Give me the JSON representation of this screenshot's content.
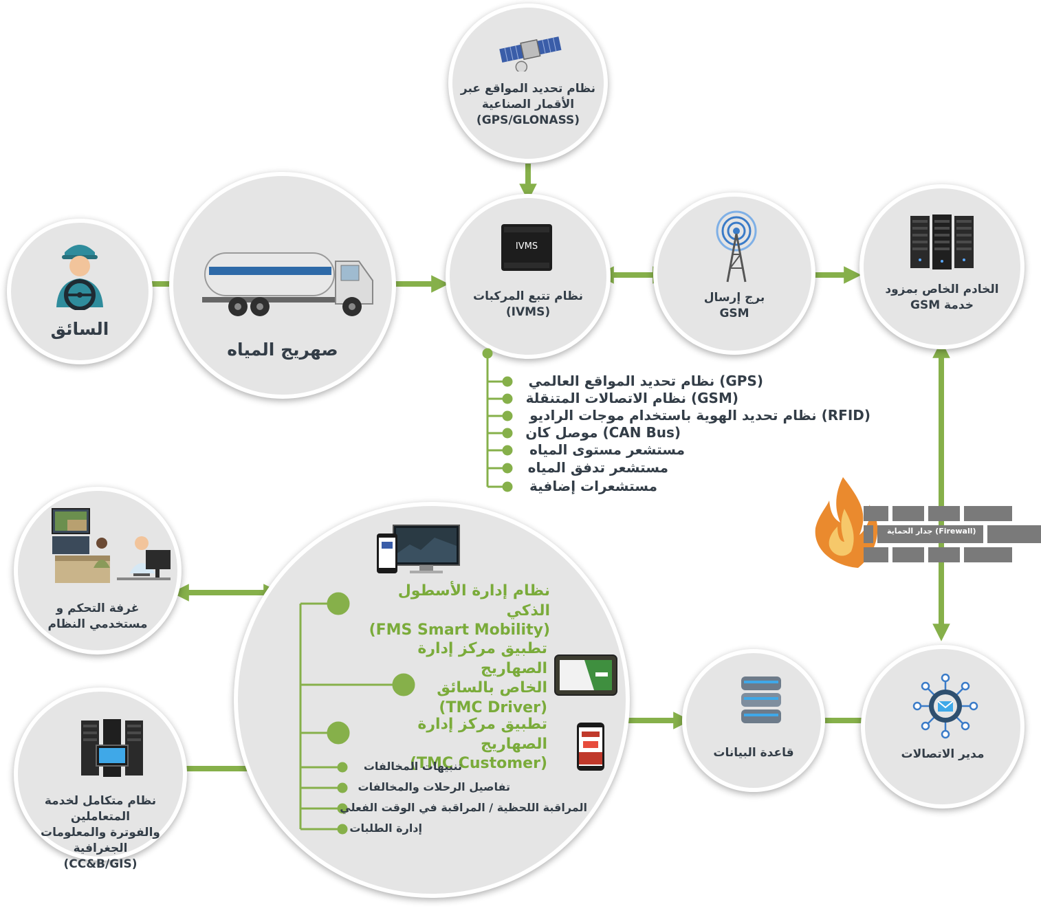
{
  "nodes": {
    "satellite": {
      "line1": "نظام تحديد المواقع عبر",
      "line2": "الأقمار الصناعية",
      "line3": "(GPS/GLONASS)"
    },
    "driver": {
      "label": "السائق"
    },
    "tanker": {
      "label": "صهريج المياه"
    },
    "ivms": {
      "line1": "نظام تتبع المركبات",
      "line2": "(IVMS)",
      "device_text": "IVMS"
    },
    "gsm_tower": {
      "line1": "برج إرسال",
      "line2": "GSM"
    },
    "gsm_server": {
      "line1": "الخادم الخاص بمزود",
      "line2": "خدمة GSM"
    },
    "control_room": {
      "line1": "غرفة التحكم و",
      "line2": "مستخدمي النظام"
    },
    "ccb": {
      "line1": "نظام متكامل لخدمة المتعاملين",
      "line2": "والفوترة والمعلومات الجغرافية",
      "line3": "(CC&B/GIS)"
    },
    "database": {
      "label": "قاعدة البيانات"
    },
    "comm_manager": {
      "label": "مدير الاتصالات"
    }
  },
  "ivms_features": [
    "(GPS) نظام تحديد المواقع العالمي",
    "(GSM) نظام الاتصالات المتنقلة",
    "(RFID) نظام تحديد الهوية باستخدام موجات الراديو",
    "(CAN Bus) موصل كان",
    "مستشعر مستوى المياه",
    "مستشعر تدفق المياه",
    "مستشعرات إضافية"
  ],
  "firewall": {
    "label": "(Firewall) جدار الحماية"
  },
  "fms": {
    "app1": {
      "line1": "نظام إدارة الأسطول الذكي",
      "line2": "(FMS Smart Mobility)"
    },
    "app2": {
      "line1": "تطبيق مركز إدارة الصهاريج",
      "line2": "الخاص بالسائق",
      "line3": "(TMC Driver)"
    },
    "app3": {
      "line1": "تطبيق مركز إدارة الصهاريج",
      "line2": "(TMC Customer)"
    },
    "features": [
      "تنبيهات المخالفات",
      "تفاصيل الرحلات والمخالفات",
      "المراقبة اللحظية / المراقبة في الوقت الفعلي",
      "إدارة الطلبات"
    ]
  },
  "colors": {
    "accent_green": "#86b04a",
    "circle_fill": "#e5e5e5",
    "text_dark": "#333d47",
    "firewall_gray": "#7a7a7a",
    "text_green": "#7aab3a"
  }
}
